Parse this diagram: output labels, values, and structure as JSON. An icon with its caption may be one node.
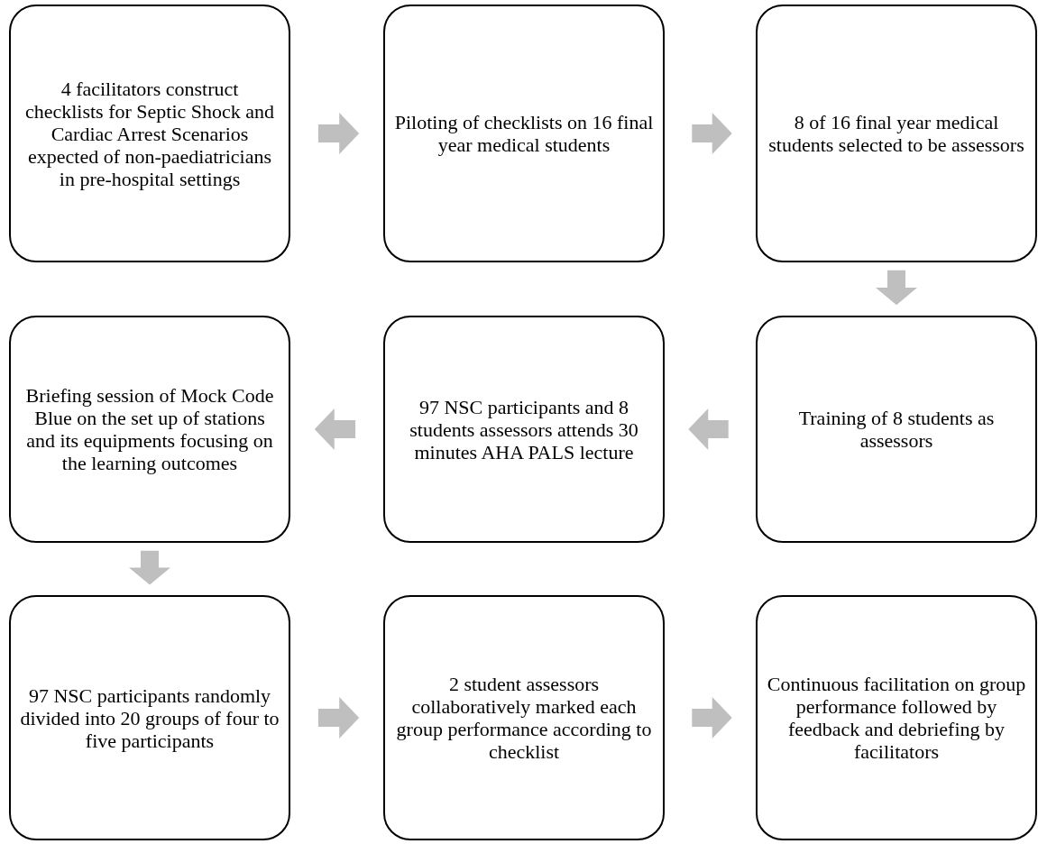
{
  "diagram": {
    "nodes": [
      {
        "text": [
          "4 facilitators construct checklists for Septic Shock and Cardiac Arrest Scenarios expected of non-paediatricians in pre-hospital settings"
        ]
      },
      {
        "text": [
          "Piloting of checklists on 16 final year medical students"
        ]
      },
      {
        "text": [
          "8 of 16 final year medical students selected to be assessors"
        ]
      },
      {
        "text": [
          "Training of 8 students as assessors"
        ]
      },
      {
        "text": [
          "97 NSC participants and 8 students assessors attends 30 minutes AHA PALS lecture"
        ]
      },
      {
        "text": [
          "Briefing session of Mock Code Blue on the set up of stations and its equipments focusing on the learning outcomes"
        ]
      },
      {
        "text": [
          "97 NSC participants randomly divided into 20 groups of four to five participants"
        ]
      },
      {
        "text": [
          "2 student assessors collaboratively marked each group performance according to checklist"
        ]
      },
      {
        "text": [
          "Continuous facilitation on group performance followed by feedback and debriefing by facilitators"
        ]
      }
    ],
    "edges": [
      {
        "from": 0,
        "to": 1,
        "arrow": "to"
      },
      {
        "from": 1,
        "to": 2,
        "arrow": "to"
      },
      {
        "from": 2,
        "to": 3,
        "arrow": "to"
      },
      {
        "from": 3,
        "to": 4,
        "arrow": "to"
      },
      {
        "from": 4,
        "to": 5,
        "arrow": "to"
      },
      {
        "from": 5,
        "to": 6,
        "arrow": "to"
      },
      {
        "from": 6,
        "to": 7,
        "arrow": "to"
      },
      {
        "from": 7,
        "to": 8,
        "arrow": "to"
      }
    ]
  }
}
